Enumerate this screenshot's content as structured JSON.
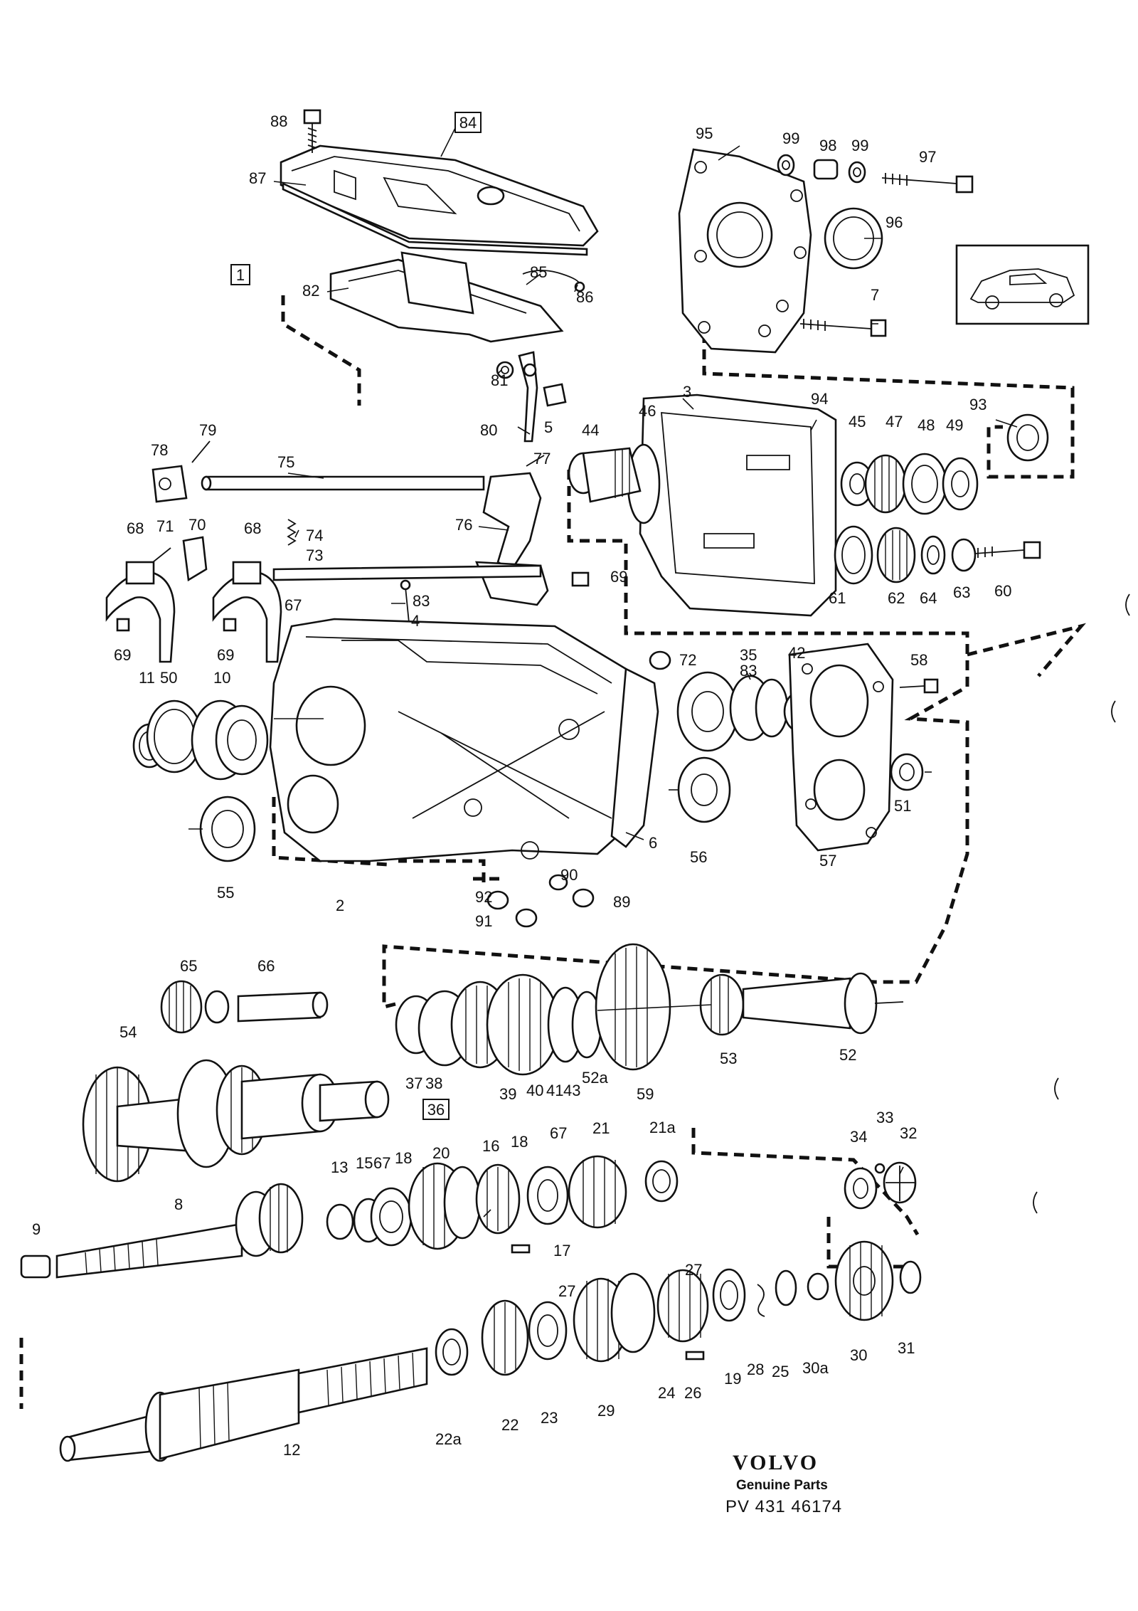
{
  "brand": {
    "name": "VOLVO",
    "subtitle": "Genuine Parts",
    "code": "PV 431 46174"
  },
  "boxed_labels": [
    "84",
    "1",
    "36"
  ],
  "callouts": [
    "88",
    "84",
    "87",
    "1",
    "82",
    "85",
    "86",
    "81",
    "5",
    "80",
    "79",
    "78",
    "75",
    "77",
    "76",
    "68",
    "71",
    "70",
    "74",
    "73",
    "67",
    "69",
    "83",
    "4",
    "72",
    "11",
    "50",
    "10",
    "55",
    "2",
    "92",
    "91",
    "90",
    "89",
    "6",
    "95",
    "99",
    "98",
    "97",
    "96",
    "7",
    "3",
    "94",
    "93",
    "44",
    "46",
    "45",
    "47",
    "48",
    "49",
    "61",
    "62",
    "64",
    "63",
    "60",
    "35",
    "42",
    "58",
    "56",
    "57",
    "51",
    "65",
    "66",
    "54",
    "37",
    "38",
    "39",
    "40",
    "41",
    "43",
    "52a",
    "59",
    "53",
    "52",
    "13",
    "15",
    "18",
    "20",
    "16",
    "21",
    "21a",
    "9",
    "8",
    "17",
    "34",
    "33",
    "32",
    "27",
    "30",
    "31",
    "22a",
    "22",
    "23",
    "29",
    "24",
    "26",
    "19",
    "28",
    "25",
    "30a",
    "12"
  ]
}
